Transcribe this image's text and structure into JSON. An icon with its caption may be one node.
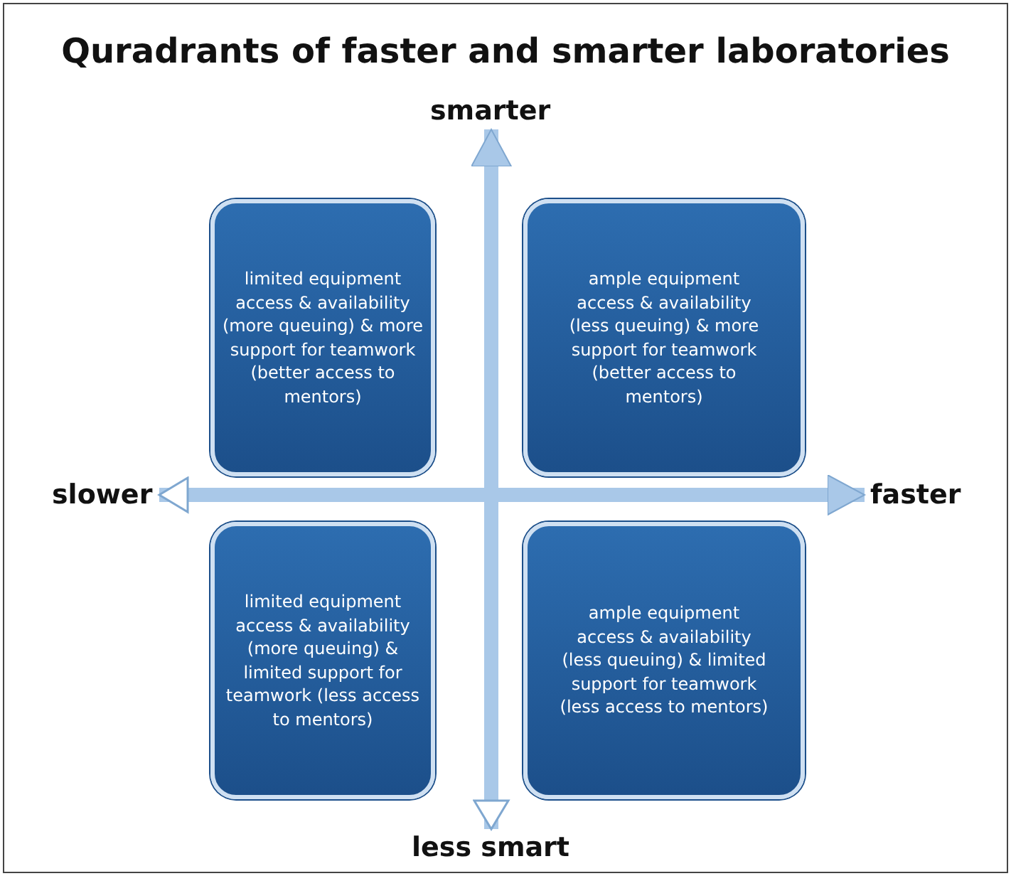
{
  "diagram": {
    "title": "Quradrants of faster and smarter laboratories",
    "nodes": [
      {
        "text": [
          "limited equipment access & availability (more queuing) & more support for teamwork (better access to mentors)"
        ]
      },
      {
        "text": [
          "ample equipment access & availability (less queuing) & more support for teamwork (better access to mentors)"
        ]
      },
      {
        "text": [
          "limited equipment access & availability (more queuing) & limited support for teamwork (less access to mentors)"
        ]
      },
      {
        "text": [
          "ample equipment access & availability (less queuing) & limited support for teamwork (less access to mentors)"
        ]
      },
      {
        "text": [
          "smarter"
        ]
      },
      {
        "text": [
          "slower"
        ]
      },
      {
        "text": [
          "faster"
        ]
      },
      {
        "text": [
          "less smart"
        ]
      }
    ],
    "edges": [
      {
        "from": 5,
        "to": 6,
        "arrow": "both"
      },
      {
        "from": 7,
        "to": 4,
        "arrow": "both"
      }
    ]
  }
}
